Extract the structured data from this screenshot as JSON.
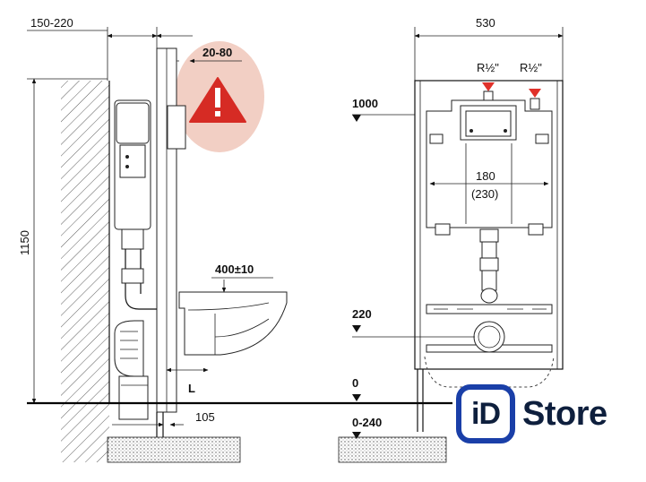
{
  "dimensions": {
    "wall_distance": "150-220",
    "wall_finish": "20-80",
    "frame_height": "1150",
    "bowl_height": "400±10",
    "length_marker": "L",
    "drain_offset": "105",
    "frame_width": "530",
    "level_top": "1000",
    "button_width": "180",
    "button_width_alt": "(230)",
    "level_drain": "220",
    "level_floor": "0",
    "floor_adjust": "0-240",
    "connection_left": "R½\"",
    "connection_right": "R½\""
  },
  "colors": {
    "warning_circle": "#f2cfc4",
    "warning_triangle": "#d62b24",
    "marker": "#e0312a",
    "logo_blue": "#1a3fa8",
    "logo_text": "#0e1f3d"
  },
  "icons": {
    "warning": "warning-triangle-icon"
  },
  "logo": {
    "mark": "iD",
    "word": "Store"
  }
}
